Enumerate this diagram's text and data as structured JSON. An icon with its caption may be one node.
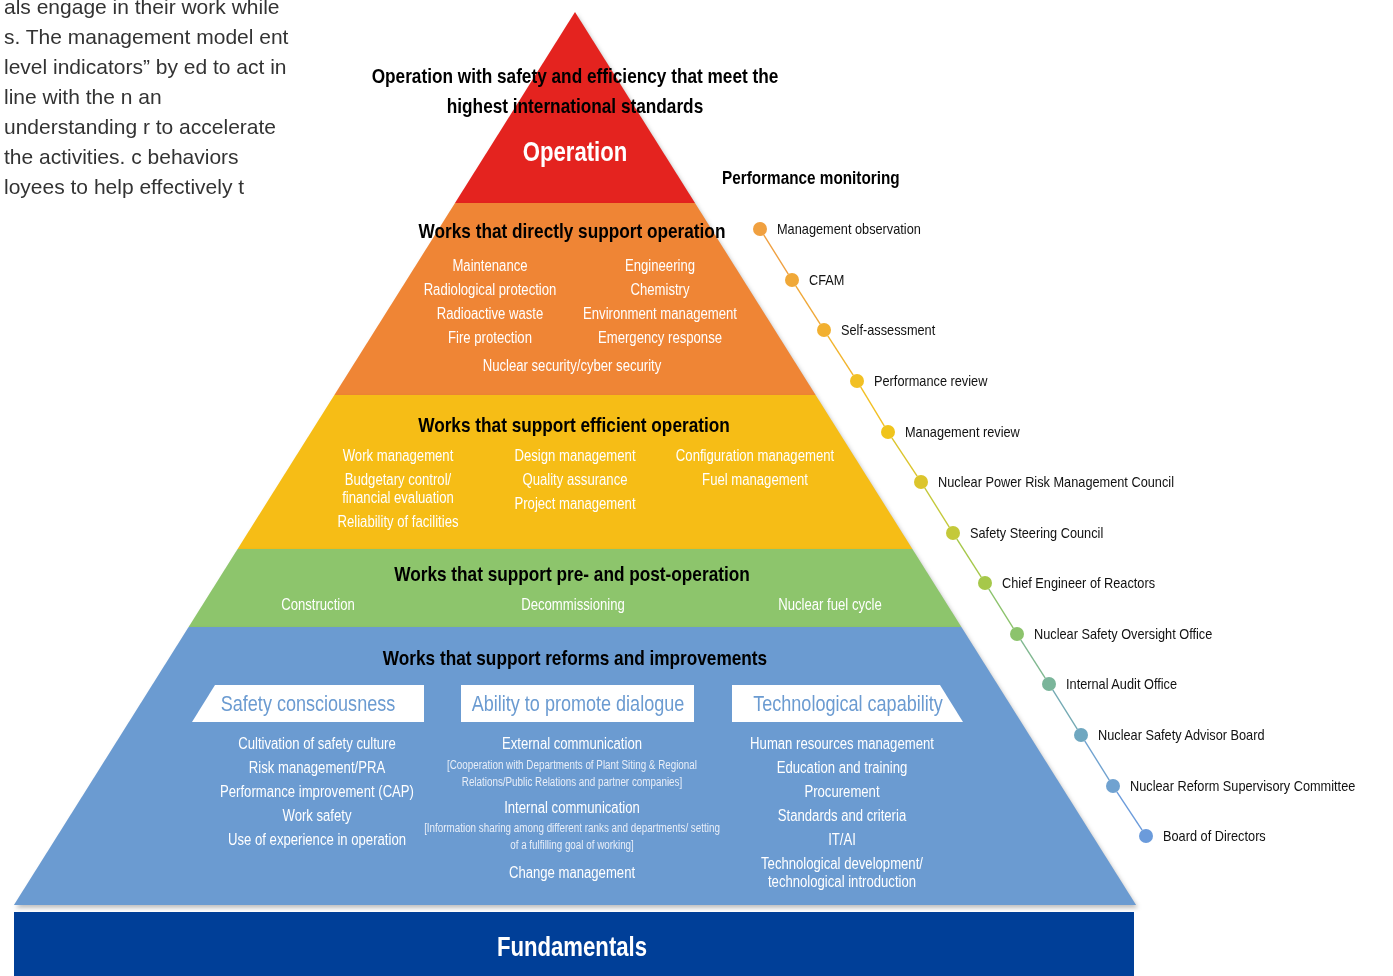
{
  "diagram": {
    "nodes": [
      {
        "text": [
          "Operation with safety and efficiency that meet the highest international standards",
          "Operation"
        ]
      },
      {
        "text": [
          "Works that directly support operation",
          "Maintenance",
          "Engineering",
          "Radiological protection",
          "Chemistry",
          "Radioactive waste",
          "Environment management",
          "Fire protection",
          "Emergency response",
          "Nuclear security/cyber security"
        ]
      },
      {
        "text": [
          "Works that support efficient operation",
          "Work management",
          "Design management",
          "Configuration management",
          "Budgetary control/ financial evaluation",
          "Quality assurance",
          "Fuel management",
          "Project management",
          "Reliability of facilities"
        ]
      },
      {
        "text": [
          "Works that support pre- and post-operation",
          "Construction",
          "Decommissioning",
          "Nuclear fuel cycle"
        ]
      },
      {
        "text": [
          "Works that support reforms and improvements"
        ]
      },
      {
        "text": [
          "Safety consciousness"
        ],
        "in": 4,
        "beside": [
          "Cultivation of safety culture",
          "Risk management/PRA",
          "Performance improvement (CAP)",
          "Work safety",
          "Use of experience in operation"
        ]
      },
      {
        "text": [
          "Ability to promote dialogue"
        ],
        "in": 4,
        "beside": [
          "External communication",
          "[Cooperation with Departments of Plant Siting & Regional Relations/Public Relations and partner companies]",
          "Internal communication",
          "[Information sharing among different ranks and departments/ setting of a fulfilling goal of working]",
          "Change management"
        ]
      },
      {
        "text": [
          "Technological capability"
        ],
        "in": 4,
        "beside": [
          "Human resources management",
          "Education and training",
          "Procurement",
          "Standards and criteria",
          "IT/AI",
          "Technological development/ technological introduction"
        ]
      },
      {
        "text": [
          "Fundamentals"
        ]
      },
      {
        "text": [],
        "shape": "circle"
      },
      {
        "text": [],
        "shape": "circle"
      },
      {
        "text": [],
        "shape": "circle"
      },
      {
        "text": [],
        "shape": "circle"
      },
      {
        "text": [],
        "shape": "circle"
      },
      {
        "text": [],
        "shape": "circle"
      },
      {
        "text": [],
        "shape": "circle"
      },
      {
        "text": [],
        "shape": "circle"
      },
      {
        "text": [],
        "shape": "circle"
      },
      {
        "text": [],
        "shape": "circle"
      },
      {
        "text": [],
        "shape": "circle"
      },
      {
        "text": [],
        "shape": "circle"
      },
      {
        "text": [],
        "shape": "circle"
      }
    ],
    "edges": [
      {
        "from": 9,
        "to": 10,
        "arrow": "none",
        "color": "#f0a040"
      },
      {
        "from": 10,
        "to": 11,
        "arrow": "none",
        "color": "#f0a838"
      },
      {
        "from": 11,
        "to": 12,
        "arrow": "none",
        "color": "#f2b42c"
      },
      {
        "from": 12,
        "to": 13,
        "arrow": "none",
        "color": "#f2c024"
      },
      {
        "from": 13,
        "to": 14,
        "arrow": "none",
        "color": "#dcc52c"
      },
      {
        "from": 14,
        "to": 15,
        "arrow": "none",
        "color": "#c4c93a"
      },
      {
        "from": 15,
        "to": 16,
        "arrow": "none",
        "color": "#a6c84a"
      },
      {
        "from": 16,
        "to": 17,
        "arrow": "none",
        "color": "#8cc36c"
      },
      {
        "from": 17,
        "to": 18,
        "arrow": "none",
        "color": "#80b890"
      },
      {
        "from": 18,
        "to": 19,
        "arrow": "none",
        "color": "#74aab4"
      },
      {
        "from": 19,
        "to": 20,
        "arrow": "none",
        "color": "#70a2d0"
      },
      {
        "from": 20,
        "to": 21,
        "arrow": "none",
        "color": "#6b9bdb"
      }
    ],
    "labels": [
      "als engage in their work while s. The management model ent level indicators” by ed to act in line with the n an understanding r to accelerate the activities. c behaviors loyees to help effectively t",
      "Performance monitoring",
      "Management observation",
      "CFAM",
      "Self-assessment",
      "Performance review",
      "Management review",
      "Nuclear Power Risk Management Council",
      "Safety Steering Council",
      "Chief Engineer of Reactors",
      "Nuclear Safety Oversight Office",
      "Internal Audit Office",
      "Nuclear Safety Advisor Board",
      "Nuclear Reform Supervisory Committee",
      "Board of Directors"
    ]
  }
}
